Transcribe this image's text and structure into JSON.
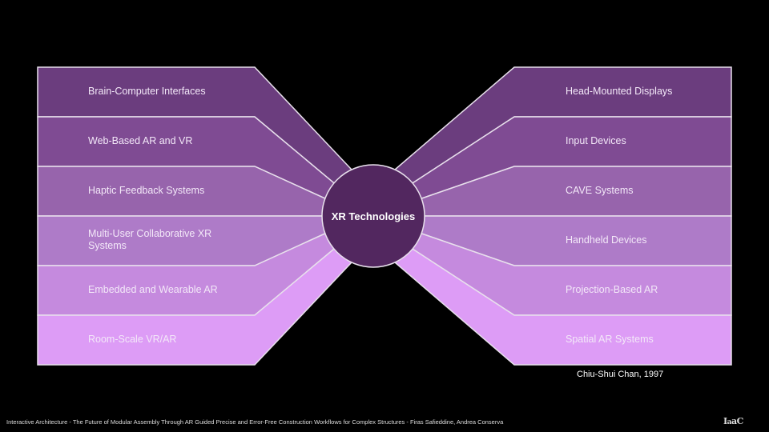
{
  "center": {
    "label": "XR Technologies",
    "color": "#52275f"
  },
  "left_items": [
    {
      "label": "Brain-Computer Interfaces",
      "color": "#6b3d7e"
    },
    {
      "label": "Web-Based AR and VR",
      "color": "#7f4b93"
    },
    {
      "label": "Haptic Feedback Systems",
      "color": "#9764ac"
    },
    {
      "label": "Multi-User Collaborative XR Systems",
      "color": "#ae7bc8"
    },
    {
      "label": "Embedded and Wearable AR",
      "color": "#c58ade"
    },
    {
      "label": "Room-Scale VR/AR",
      "color": "#dd9cf6"
    }
  ],
  "right_items": [
    {
      "label": "Head-Mounted Displays",
      "color": "#6b3d7e"
    },
    {
      "label": "Input Devices",
      "color": "#7f4b93"
    },
    {
      "label": "CAVE Systems",
      "color": "#9764ac"
    },
    {
      "label": "Handheld Devices",
      "color": "#ae7bc8"
    },
    {
      "label": "Projection-Based AR",
      "color": "#c58ade"
    },
    {
      "label": "Spatial AR Systems",
      "color": "#dd9cf6"
    }
  ],
  "citation": "Chiu-Shui Chan, 1997",
  "footer": "Interactive Architecture - The Future of Modular Assembly Through AR Guided Precise and Error-Free Construction Workflows for Complex Structures - Firas Safieddine, Andrea Conserva",
  "logo_text": "IaaC"
}
